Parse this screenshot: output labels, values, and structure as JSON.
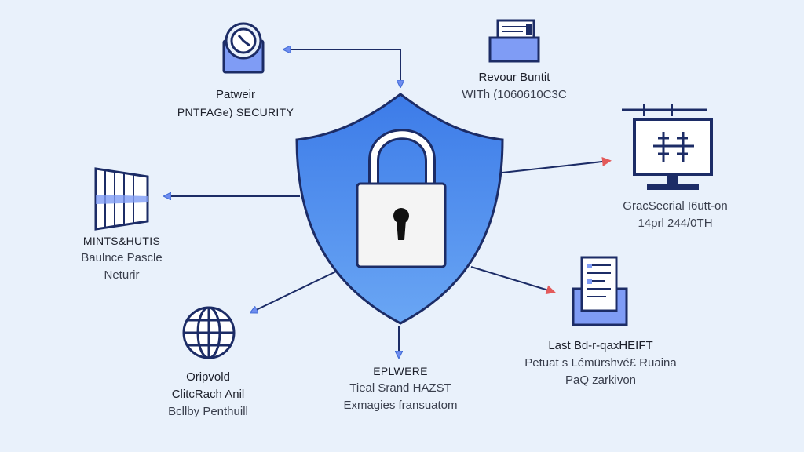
{
  "colors": {
    "background": "#e9f1fb",
    "shield_top": "#3c7be8",
    "shield_bottom": "#6aa6f4",
    "outline": "#1c2c66",
    "arrow_blue": "#3d69d4",
    "arrow_red": "#e35a5a",
    "icon_fill": "#7f9cf5"
  },
  "center": {
    "icon": "shield-lock-icon"
  },
  "nodes": {
    "top_left": {
      "icon": "clock-badge-icon",
      "title": "Patweir",
      "subtitle": "PNTFAGe) SECURITY"
    },
    "top_right": {
      "icon": "printer-icon",
      "title": "Revour Buntit",
      "subtitle": "WITh (1060610C3C"
    },
    "mid_left": {
      "icon": "server-rack-icon",
      "title": "MINTS&HUTIS",
      "line2": "Baulnce Pascle",
      "line3": "Neturir"
    },
    "mid_right": {
      "icon": "monitor-icon",
      "title": "GracSecrial I6utt-on",
      "subtitle": "14prl 244/0TH"
    },
    "bottom_left": {
      "icon": "globe-icon",
      "title": "Oripvold",
      "line2": "ClitcRach Anil",
      "line3": "Bcllby Penthuill"
    },
    "bottom_center": {
      "title": "EPLWERE",
      "line2": "Tieal Srand HAZST",
      "line3": "Exmagies fransuatom"
    },
    "bottom_right": {
      "icon": "document-tray-icon",
      "title": "Last Bd-r-qaxHEIFT",
      "line2": "Petuat s Lémürshvé£ Ruaina",
      "line3": "PaQ zarkivon"
    }
  }
}
